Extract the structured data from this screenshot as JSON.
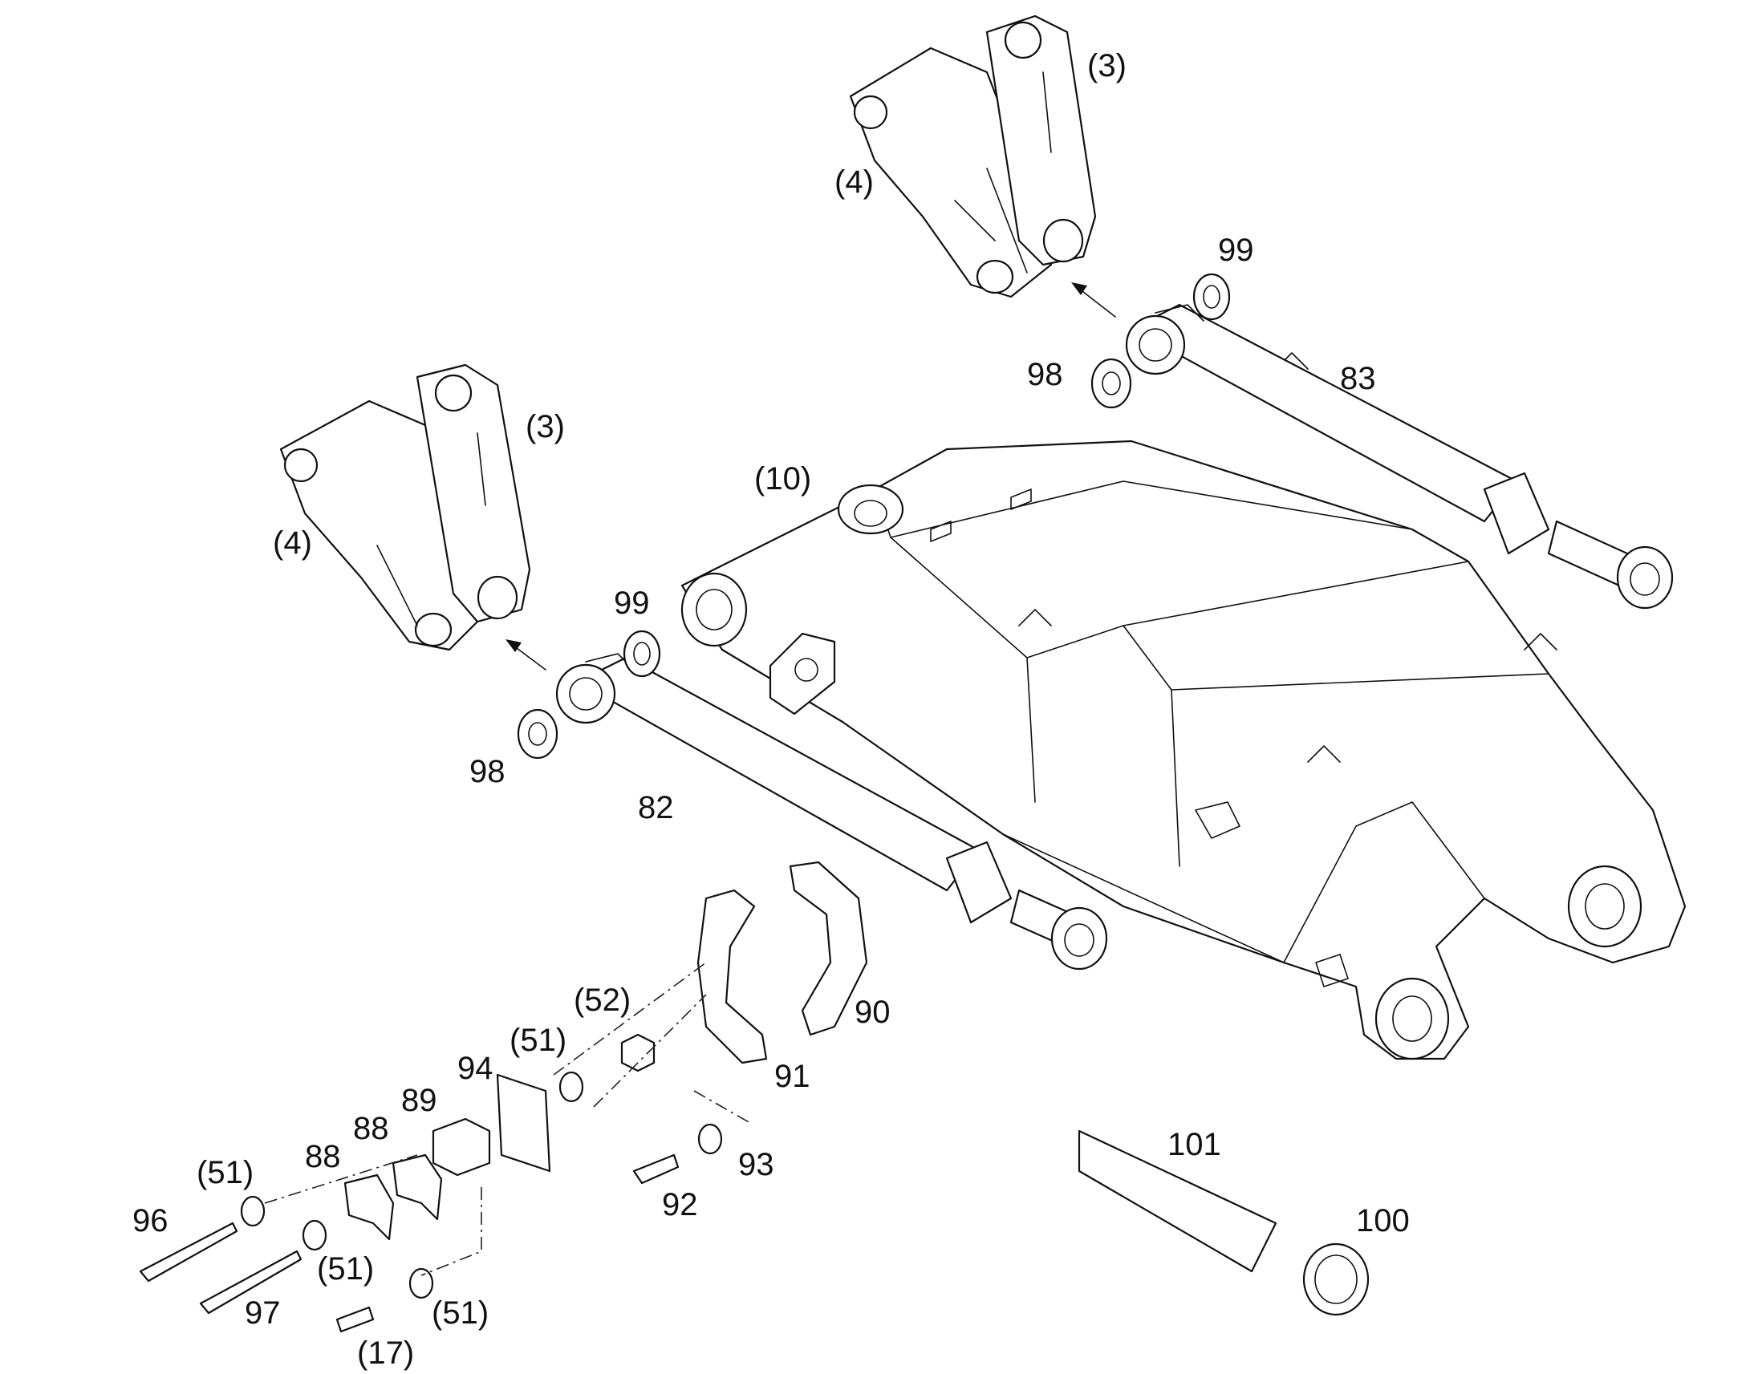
{
  "callouts": {
    "c3_upper": "(3)",
    "c4_upper": "(4)",
    "c99_upper": "99",
    "c98_upper": "98",
    "c83": "83",
    "c3_lower": "(3)",
    "c4_lower": "(4)",
    "c10": "(10)",
    "c99_lower": "99",
    "c98_lower": "98",
    "c82": "82",
    "c90": "90",
    "c52": "(52)",
    "c51_top": "(51)",
    "c94": "94",
    "c91": "91",
    "c89": "89",
    "c88_a": "88",
    "c88_b": "88",
    "c51_left": "(51)",
    "c93": "93",
    "c92": "92",
    "c96": "96",
    "c51_mid": "(51)",
    "c97": "97",
    "c51_bottom": "(51)",
    "c17": "(17)",
    "c101": "101",
    "c100": "100"
  }
}
